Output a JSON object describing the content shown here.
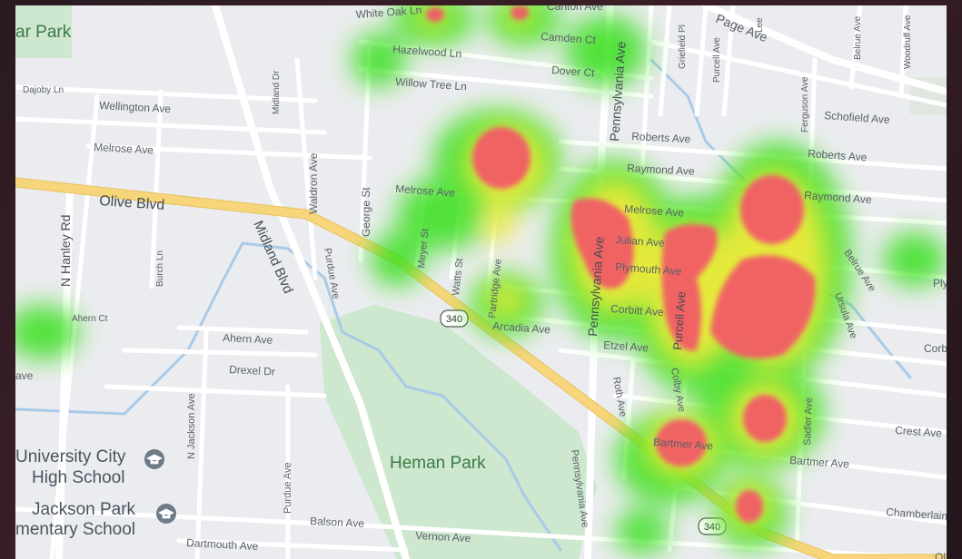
{
  "map": {
    "places": {
      "park_top_left": "ar Park",
      "heman_park": "Heman Park",
      "university_city_hs_line1": "University City",
      "university_city_hs_line2": "High School",
      "jackson_park_line1": "Jackson Park",
      "jackson_park_line2": "mentary School"
    },
    "roads": {
      "olive_blvd": "Olive Blvd",
      "midland_blvd": "Midland Blvd",
      "n_hanley_rd": "N Hanley Rd",
      "pennsylvania_ave": "Pennsylvania Ave",
      "page_ave": "Page Ave",
      "white_oak_ln": "White Oak Ln",
      "canton_ave": "Canton Ave",
      "camden_ct": "Camden Ct",
      "hazelwood_ln": "Hazelwood Ln",
      "dover_ct": "Dover Ct",
      "willow_tree_ln": "Willow Tree Ln",
      "dajoby_ln": "Dajoby Ln",
      "wellington_ave": "Wellington Ave",
      "melrose_ave": "Melrose Ave",
      "midland_dr": "Midland Dr",
      "waldron_ave": "Waldron Ave",
      "george_st": "George St",
      "griefield_pl": "Griefield Pl",
      "purcell_ave": "Purcell Ave",
      "lee": "Lee",
      "belrue_ave": "Belrue Ave",
      "woodruff_ave": "Woodruff Ave",
      "schofield_ave": "Schofield Ave",
      "ferguson_ave": "Ferguson Ave",
      "roberts_ave": "Roberts Ave",
      "raymond_ave": "Raymond Ave",
      "julian_ave": "Julian Ave",
      "plymouth_ave": "Plymouth Ave",
      "corbitt_ave": "Corbitt Ave",
      "etzel_ave": "Etzel Ave",
      "arcadia_ave": "Arcadia Ave",
      "partridge_ave": "Partridge Ave",
      "watts_st": "Watts St",
      "meyer_st": "Meyer St",
      "burch_ln": "Burch Ln",
      "purdue_ave": "Purdue Ave",
      "ahern_ct": "Ahern Ct",
      "ahern_ave": "Ahern Ave",
      "drexel_dr": "Drexel Dr",
      "n_jackson_ave": "N Jackson Ave",
      "roth_ave": "Roth Ave",
      "colby_ave": "Colby Ave",
      "bartmer_ave": "Bartmer Ave",
      "sadler_ave": "Sadler Ave",
      "ursula_ave": "Ursula Ave",
      "crest_ave": "Crest Ave",
      "chamberlain": "Chamberlain",
      "corb": "Corb",
      "plym": "Plym",
      "balson_ave": "Balson Ave",
      "vernon_ave": "Vernon Ave",
      "dartmouth_ave": "Dartmouth Ave",
      "ave_left": "ave",
      "ol": "Ol"
    },
    "route_shield": "340",
    "colors": {
      "heat_low": "#39e01a",
      "heat_mid": "#f4ea3a",
      "heat_high": "#f25c66",
      "park": "#cde8cf",
      "water": "#a9cbe8",
      "highway": "#f7d57a"
    }
  }
}
